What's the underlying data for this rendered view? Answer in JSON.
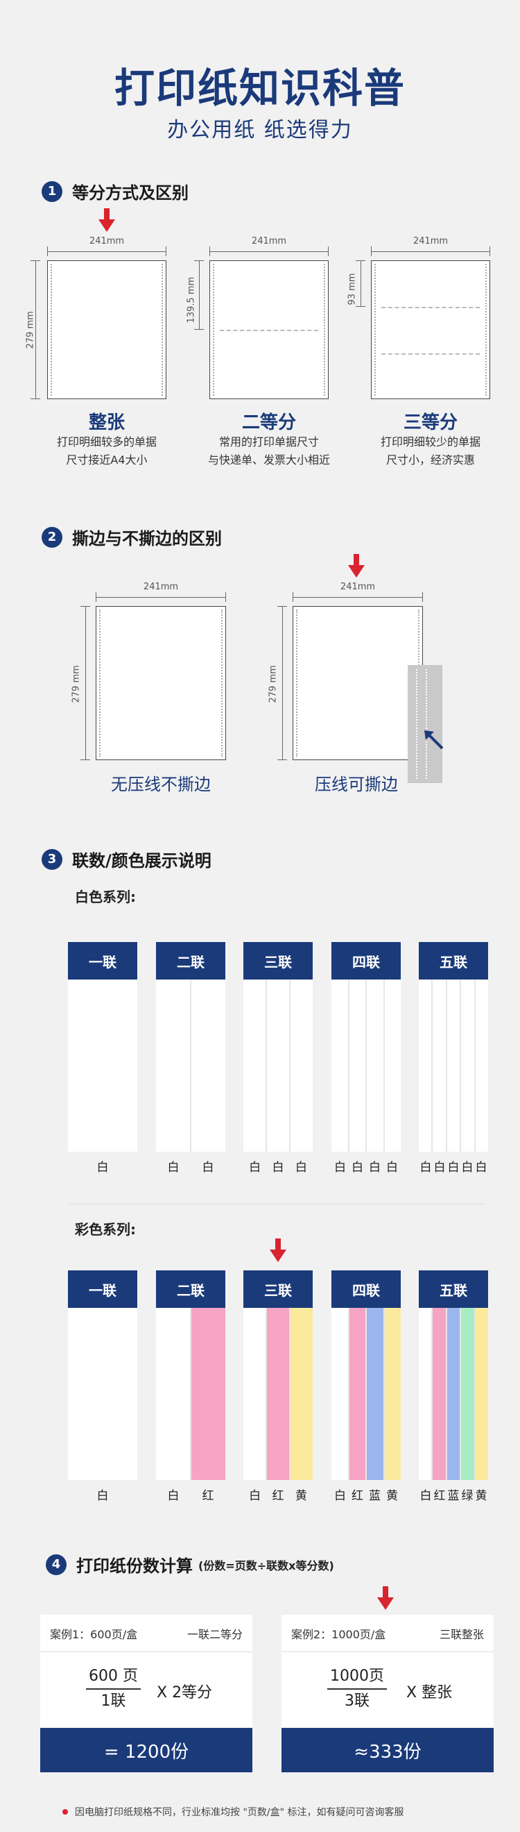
{
  "header": {
    "title": "打印纸知识科普",
    "subtitle": "办公用纸 纸选得力"
  },
  "section1": {
    "num": "1",
    "title": "等分方式及区别",
    "width_label": "241mm",
    "height_label": "279 mm",
    "half_label": "139.5 mm",
    "third_label": "93 mm",
    "types": [
      {
        "name": "整张",
        "desc1": "打印明细较多的单据",
        "desc2": "尺寸接近A4大小"
      },
      {
        "name": "二等分",
        "desc1": "常用的打印单据尺寸",
        "desc2": "与快递单、发票大小相近"
      },
      {
        "name": "三等分",
        "desc1": "打印明细较少的单据",
        "desc2": "尺寸小，经济实惠"
      }
    ]
  },
  "section2": {
    "num": "2",
    "title": "撕边与不撕边的区别",
    "width_label": "241mm",
    "height_label": "279 mm",
    "left_caption": "无压线不撕边",
    "right_caption": "压线可撕边"
  },
  "section3": {
    "num": "3",
    "title": "联数/颜色展示说明",
    "white_series_label": "白色系列:",
    "color_series_label": "彩色系列:",
    "white_cols": [
      {
        "head": "一联",
        "labels": [
          "白"
        ]
      },
      {
        "head": "二联",
        "labels": [
          "白",
          "白"
        ]
      },
      {
        "head": "三联",
        "labels": [
          "白",
          "白",
          "白"
        ]
      },
      {
        "head": "四联",
        "labels": [
          "白",
          "白",
          "白",
          "白"
        ]
      },
      {
        "head": "五联",
        "labels": [
          "白",
          "白",
          "白",
          "白",
          "白"
        ]
      }
    ],
    "color_cols": [
      {
        "head": "一联",
        "labels": [
          "白"
        ],
        "colors": [
          "#ffffff"
        ]
      },
      {
        "head": "二联",
        "labels": [
          "白",
          "红"
        ],
        "colors": [
          "#ffffff",
          "#f7a3c3"
        ]
      },
      {
        "head": "三联",
        "labels": [
          "白",
          "红",
          "黄"
        ],
        "colors": [
          "#ffffff",
          "#f7a3c3",
          "#fbe99c"
        ]
      },
      {
        "head": "四联",
        "labels": [
          "白",
          "红",
          "蓝",
          "黄"
        ],
        "colors": [
          "#ffffff",
          "#f7a3c3",
          "#9bb6ec",
          "#fbe99c"
        ]
      },
      {
        "head": "五联",
        "labels": [
          "白",
          "红",
          "蓝",
          "绿",
          "黄"
        ],
        "colors": [
          "#ffffff",
          "#f7a3c3",
          "#9bb6ec",
          "#a8ecc6",
          "#fbe99c"
        ]
      }
    ]
  },
  "section4": {
    "num": "4",
    "title": "打印纸份数计算",
    "formula": "(份数=页数÷联数x等分数)",
    "cases": [
      {
        "case_label": "案例1：600页/盒",
        "spec": "一联二等分",
        "numerator": "600 页",
        "denominator": "1联",
        "multiplier": "X 2等分",
        "result": "= 1200份"
      },
      {
        "case_label": "案例2：1000页/盒",
        "spec": "三联整张",
        "numerator": "1000页",
        "denominator": "3联",
        "multiplier": "X 整张",
        "result": "≈333份"
      }
    ]
  },
  "footer": {
    "note": "因电脑打印纸规格不同，行业标准均按 \"页数/盒\" 标注，如有疑问可咨询客服"
  },
  "colors": {
    "brand_blue": "#1a3a7a",
    "arrow_red": "#d9232e"
  }
}
